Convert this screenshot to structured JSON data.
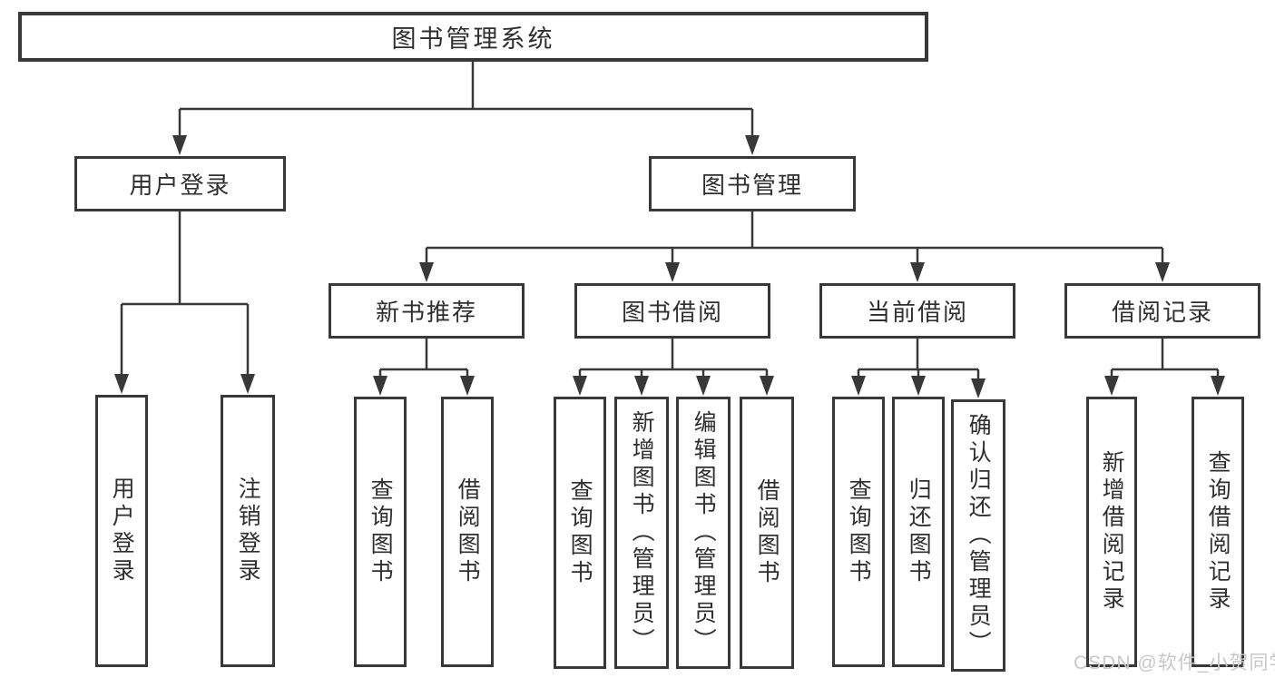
{
  "diagram": {
    "root": "图书管理系统",
    "l2": [
      "用户登录",
      "图书管理"
    ],
    "login_leaves": [
      "用户登录",
      "注销登录"
    ],
    "l3": [
      "新书推荐",
      "图书借阅",
      "当前借阅",
      "借阅记录"
    ],
    "newbook_leaves": [
      "查询图书",
      "借阅图书"
    ],
    "borrow_leaves": [
      "查询图书",
      "新增图书（管理员）",
      "编辑图书（管理员）",
      "借阅图书"
    ],
    "current_leaves": [
      "查询图书",
      "归还图书",
      "确认归还（管理员）"
    ],
    "records_leaves": [
      "新增借阅记录",
      "查询借阅记录"
    ]
  },
  "watermark": "CSDN @软件_小贺同学",
  "colors": {
    "line": "#383838",
    "text": "#2f2f2f",
    "watermark": "#c8c8c8",
    "background": "#ffffff"
  }
}
